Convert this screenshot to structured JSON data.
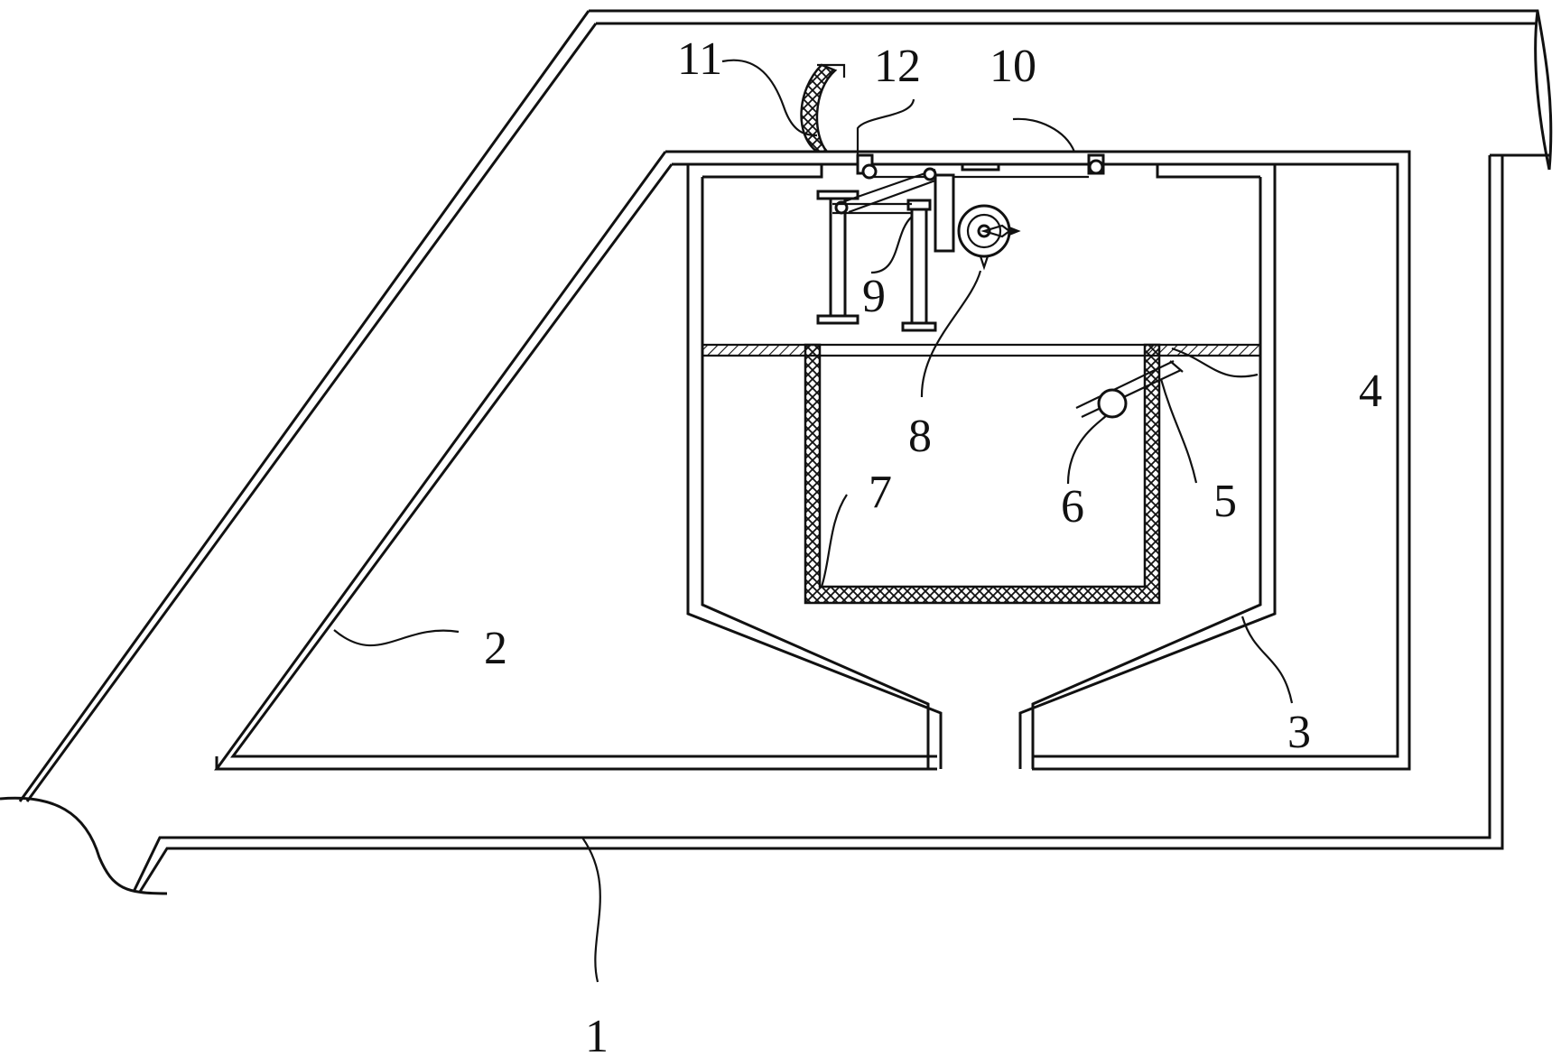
{
  "figure": {
    "labels": {
      "part1": "1",
      "part2": "2",
      "part3": "3",
      "part4": "4",
      "part5": "5",
      "part6": "6",
      "part7": "7",
      "part8": "8",
      "part9": "9",
      "part10": "10",
      "part11": "11",
      "part12": "12"
    }
  }
}
